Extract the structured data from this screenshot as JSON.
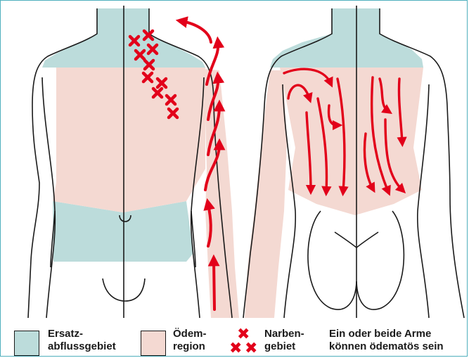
{
  "colors": {
    "substitute_drainage": "#bcdcdb",
    "edema_region": "#f4d9d2",
    "arrow_red": "#e2001a",
    "outline": "#1a1a1a",
    "frame": "#4fb0bd"
  },
  "legend": {
    "substitute": {
      "line1": "Ersatz-",
      "line2": "abflussgebiet"
    },
    "edema": {
      "line1": "Ödem-",
      "line2": "region"
    },
    "scar": {
      "line1": "Narben-",
      "line2": "gebiet"
    },
    "arms": {
      "line1": "Ein oder beide Arme",
      "line2": "können ödematös sein"
    }
  },
  "icons": {
    "scar_marker": "cross-mark-icon",
    "flow_arrow": "arrow-icon"
  }
}
